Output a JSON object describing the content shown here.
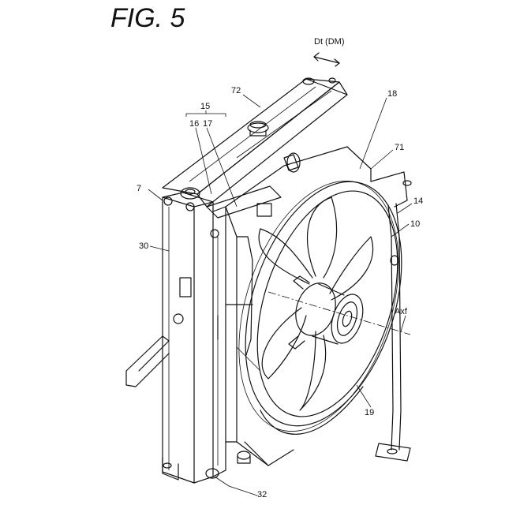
{
  "figure": {
    "title": "FIG. 5"
  },
  "direction": {
    "label": "Dt (DM)"
  },
  "labels": {
    "l72": "72",
    "l18": "18",
    "l15": "15",
    "l16": "16",
    "l17": "17",
    "l71": "71",
    "l7": "7",
    "l14": "14",
    "l10": "10",
    "l30": "30",
    "axf": "Axf",
    "l19": "19",
    "l32": "32"
  }
}
